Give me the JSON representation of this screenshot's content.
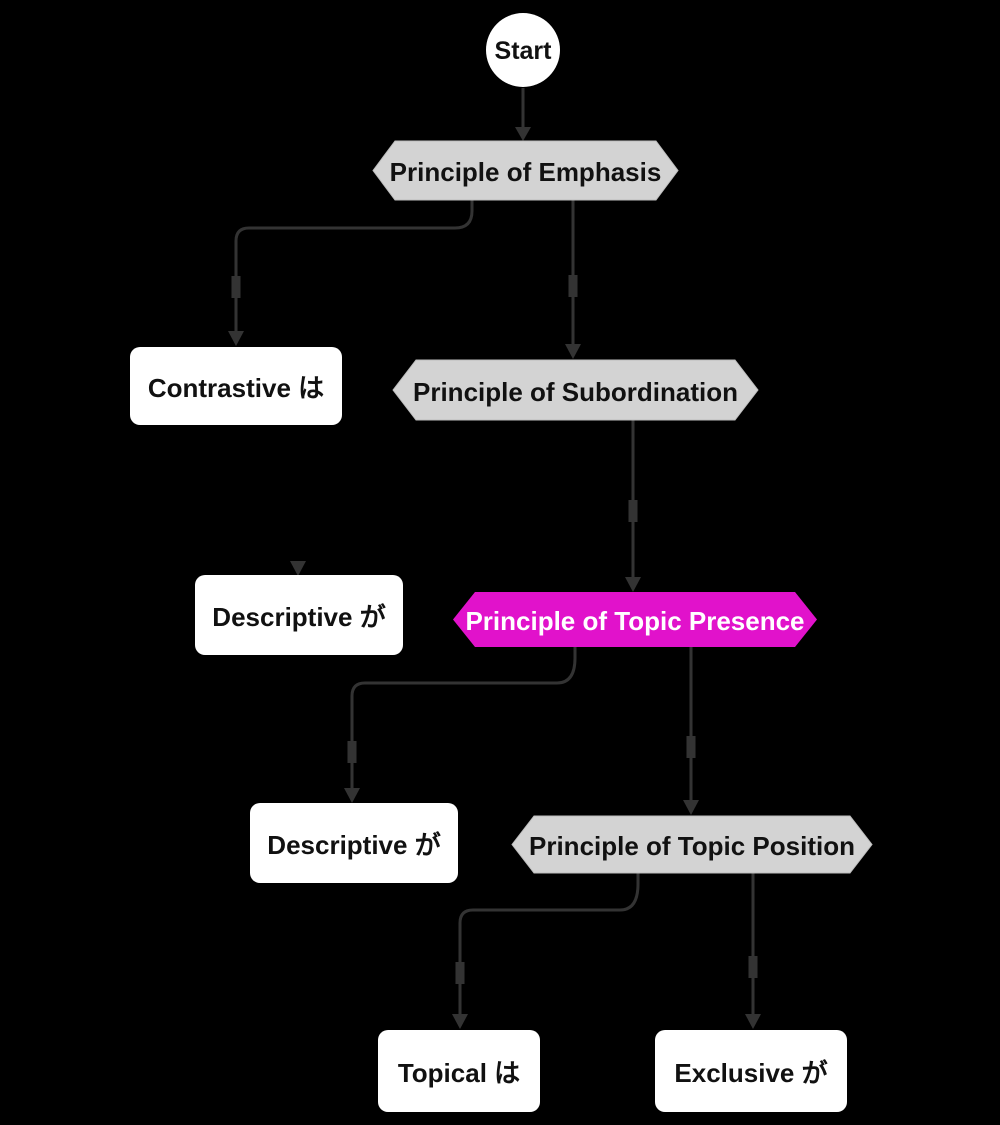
{
  "diagram": {
    "type": "flowchart",
    "direction": "top-down",
    "colors": {
      "background": "#000000",
      "edge": "#333333",
      "hexagon_fill": "#d3d3d3",
      "highlight_fill": "#E112CB",
      "box_fill": "#ffffff",
      "text_dark": "#111111",
      "text_light": "#ffffff"
    },
    "nodes": [
      {
        "id": "start",
        "label": "Start",
        "shape": "circle",
        "fill": "#ffffff",
        "text_color": "#111111"
      },
      {
        "id": "emphasis",
        "label": "Principle of Emphasis",
        "shape": "hexagon",
        "fill": "#d3d3d3",
        "text_color": "#111111"
      },
      {
        "id": "contrastive",
        "label": "Contrastive は",
        "shape": "rounded-rect",
        "fill": "#ffffff",
        "text_color": "#111111"
      },
      {
        "id": "subordination",
        "label": "Principle of Subordination",
        "shape": "hexagon",
        "fill": "#d3d3d3",
        "text_color": "#111111"
      },
      {
        "id": "descriptive1",
        "label": "Descriptive が",
        "shape": "rounded-rect",
        "fill": "#ffffff",
        "text_color": "#111111"
      },
      {
        "id": "presence",
        "label": "Principle of Topic Presence",
        "shape": "hexagon",
        "fill": "#E112CB",
        "text_color": "#ffffff"
      },
      {
        "id": "descriptive2",
        "label": "Descriptive が",
        "shape": "rounded-rect",
        "fill": "#ffffff",
        "text_color": "#111111"
      },
      {
        "id": "position",
        "label": "Principle of Topic Position",
        "shape": "hexagon",
        "fill": "#d3d3d3",
        "text_color": "#111111"
      },
      {
        "id": "topical",
        "label": "Topical は",
        "shape": "rounded-rect",
        "fill": "#ffffff",
        "text_color": "#111111"
      },
      {
        "id": "exclusive",
        "label": "Exclusive が",
        "shape": "rounded-rect",
        "fill": "#ffffff",
        "text_color": "#111111"
      }
    ],
    "edges": [
      {
        "from": "start",
        "to": "emphasis",
        "path": "straight",
        "visibility": "visible"
      },
      {
        "from": "emphasis",
        "to": "contrastive",
        "path": "elbow-left",
        "visibility": "visible"
      },
      {
        "from": "emphasis",
        "to": "subordination",
        "path": "straight",
        "visibility": "visible"
      },
      {
        "from": "subordination",
        "to": "descriptive1",
        "path": "elbow-left",
        "visibility": "arrowhead-only"
      },
      {
        "from": "subordination",
        "to": "presence",
        "path": "straight",
        "visibility": "visible"
      },
      {
        "from": "presence",
        "to": "descriptive2",
        "path": "elbow-left",
        "visibility": "visible"
      },
      {
        "from": "presence",
        "to": "position",
        "path": "straight",
        "visibility": "visible"
      },
      {
        "from": "position",
        "to": "topical",
        "path": "elbow-left",
        "visibility": "visible"
      },
      {
        "from": "position",
        "to": "exclusive",
        "path": "straight",
        "visibility": "visible"
      }
    ]
  }
}
